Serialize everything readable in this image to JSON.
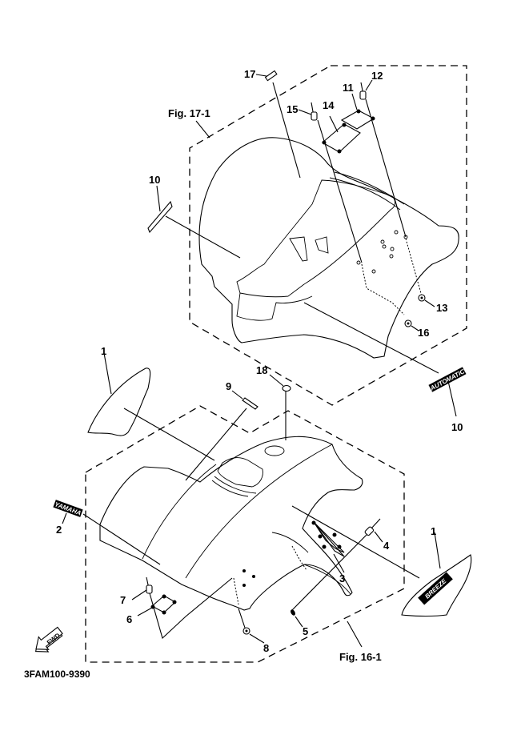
{
  "diagram": {
    "code": "3FAM100-9390",
    "figure_refs": {
      "upper": "Fig. 17-1",
      "lower": "Fig. 16-1"
    },
    "callouts": {
      "c1a": "1",
      "c1b": "1",
      "c2": "2",
      "c3": "3",
      "c4": "4",
      "c5": "5",
      "c6": "6",
      "c7": "7",
      "c8": "8",
      "c9": "9",
      "c10a": "10",
      "c10b": "10",
      "c11": "11",
      "c12": "12",
      "c13": "13",
      "c14": "14",
      "c15": "15",
      "c16": "16",
      "c17": "17",
      "c18": "18"
    },
    "decals": {
      "automatic": "AUTOMATIC",
      "yamaha": "YAMAHA",
      "breeze": "BREEZE",
      "fwd": "FWD"
    }
  }
}
